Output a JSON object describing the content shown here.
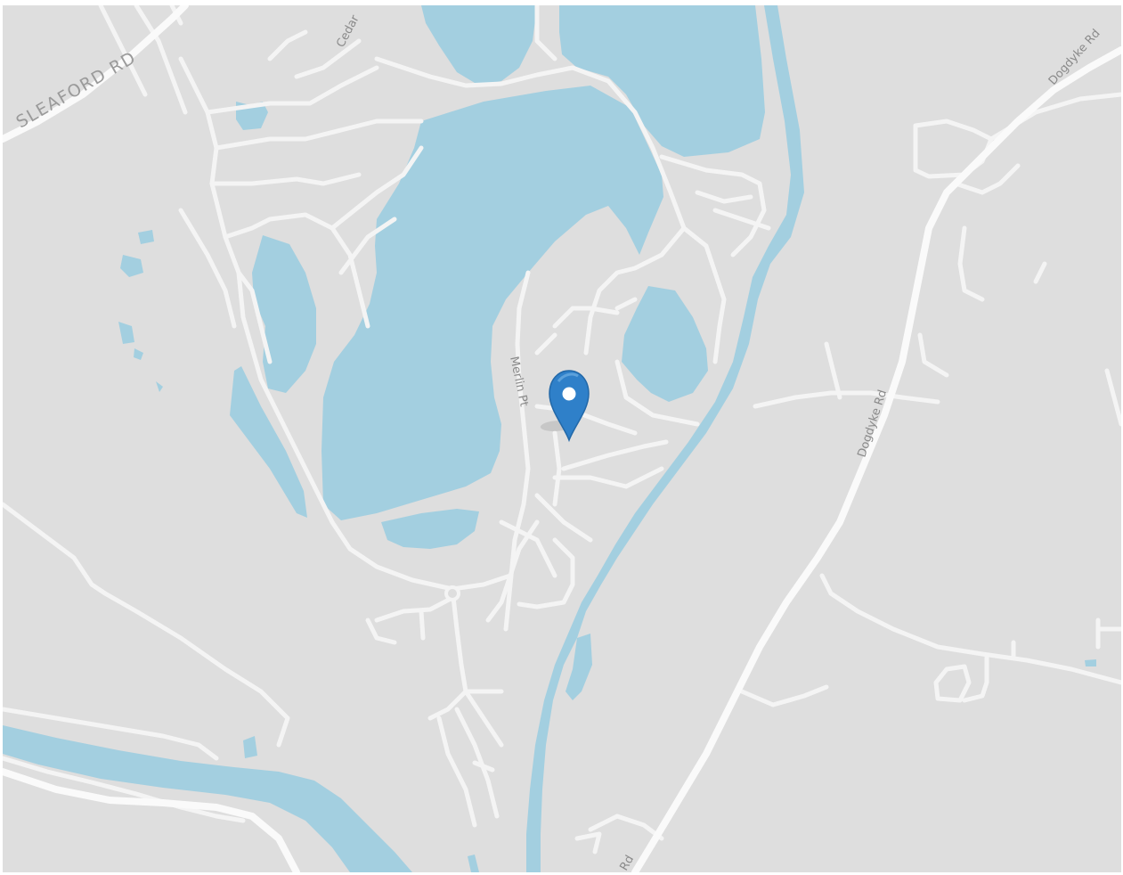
{
  "map": {
    "colors": {
      "land": "#dedede",
      "water": "#a3cfe0",
      "road": "#f5f5f5",
      "major_road": "#fafafa",
      "label": "#8a8a8a",
      "marker": "#2f80c9"
    },
    "labels": {
      "sleaford_rd": "SLEAFORD RD",
      "cedar": "Cedar",
      "merlin_pt": "Merlin Pt",
      "dogdyke_rd_top": "Dogdyke Rd",
      "dogdyke_rd_mid": "Dogdyke Rd",
      "rd_bottom": "Rd"
    },
    "marker": {
      "icon": "map-pin-icon"
    }
  }
}
